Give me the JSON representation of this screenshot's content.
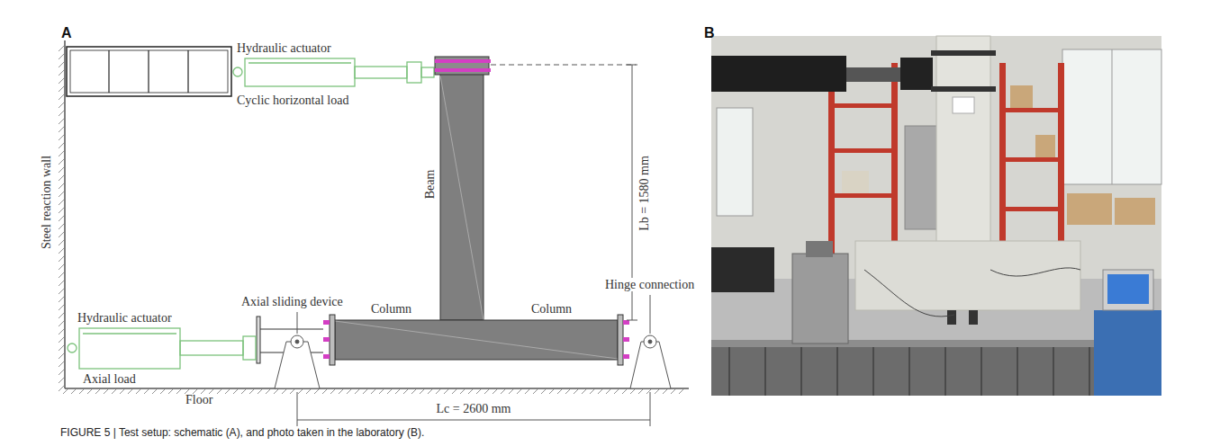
{
  "diagram": {
    "caption": "FIGURE 5 | Test setup: schematic (A), and photo taken in the laboratory (B).",
    "labels": [
      "A",
      "B",
      "Hydraulic actuator",
      "Cyclic horizontal load",
      "Steel reaction wall",
      "Beam",
      "Lb = 1580 mm",
      "Axial sliding device",
      "Column",
      "Column",
      "Hinge connection",
      "Hydraulic actuator",
      "Axial load",
      "Floor",
      "Lc = 2600 mm"
    ]
  }
}
